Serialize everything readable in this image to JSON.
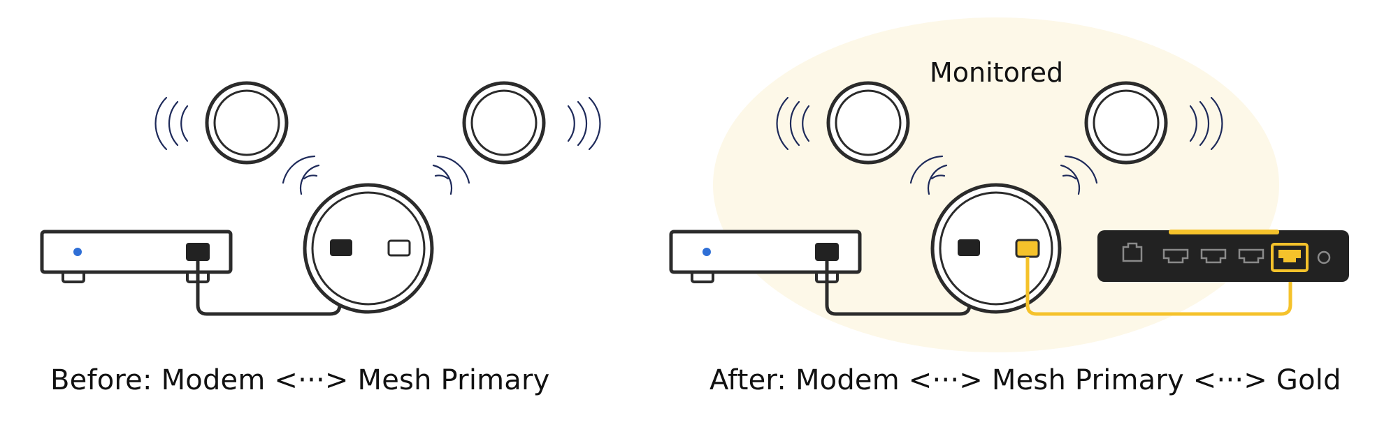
{
  "monitored_zone": {
    "label": "Monitored",
    "fill": "#FDF8E8"
  },
  "captions": {
    "before": "Before: Modem <···> Mesh Primary",
    "after": "After: Modem <···> Mesh Primary <···> Gold"
  },
  "colors": {
    "outline": "#2B2B2B",
    "wave": "#1E2A5A",
    "led": "#2F6FD6",
    "highlight": "#F5C22B",
    "gold_device": "#222222"
  },
  "icons": [
    "modem-icon",
    "mesh-satellite-icon",
    "mesh-primary-icon",
    "ethernet-cable-icon",
    "wifi-signal-icon",
    "gold-router-icon"
  ]
}
